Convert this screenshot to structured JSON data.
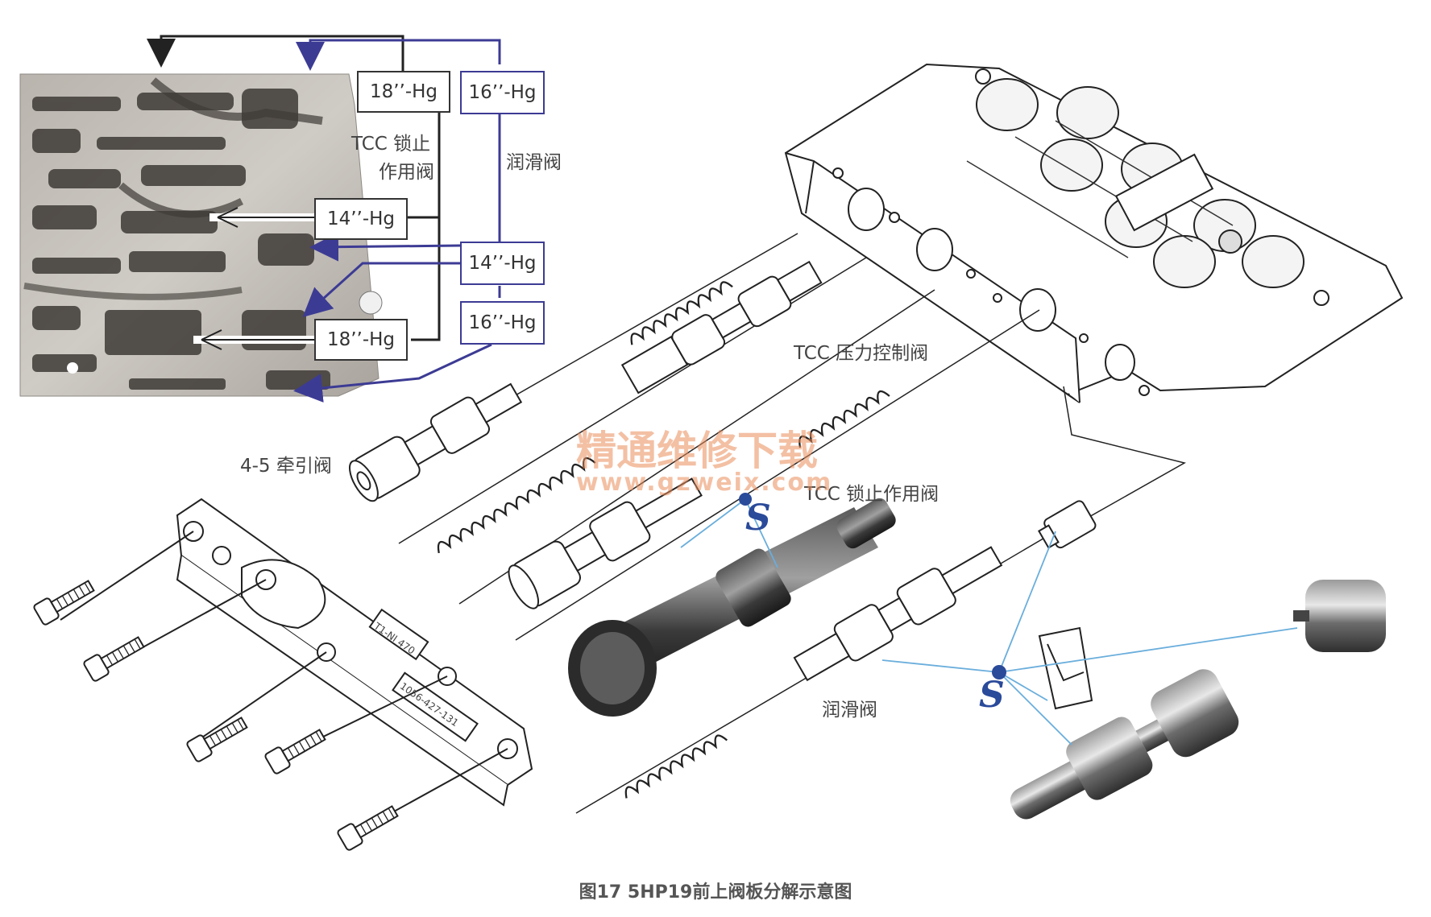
{
  "callouts": {
    "hg_18_top": "18’’-Hg",
    "hg_16_top": "16’’-Hg",
    "hg_14_left": "14’’-Hg",
    "hg_14_right": "14’’-Hg",
    "hg_16_right": "16’’-Hg",
    "hg_18_bottom": "18’’-Hg"
  },
  "labels": {
    "tcc_lockup_valve_line1": "TCC 锁止",
    "tcc_lockup_valve_line2": "作用阀",
    "lube_valve_top": "润滑阀",
    "tcc_pressure_control_valve": "TCC 压力控制阀",
    "shift_45_valve": "4-5 牵引阀",
    "tcc_lockup_apply_valve": "TCC 锁止作用阀",
    "lube_valve_bottom": "润滑阀"
  },
  "plate_marks": {
    "mark_a": "T1-NI 470",
    "mark_b": "1056-427-131"
  },
  "watermark": {
    "text_cn": "精通维修下载",
    "text_url": "www.gzweix.com"
  },
  "caption": "图17  5HP19前上阀板分解示意图",
  "colors": {
    "blue_line": "#3c3b94",
    "black_line": "#222222",
    "light_blue_leader": "#6aaedc",
    "watermark": "#e98c5a"
  }
}
